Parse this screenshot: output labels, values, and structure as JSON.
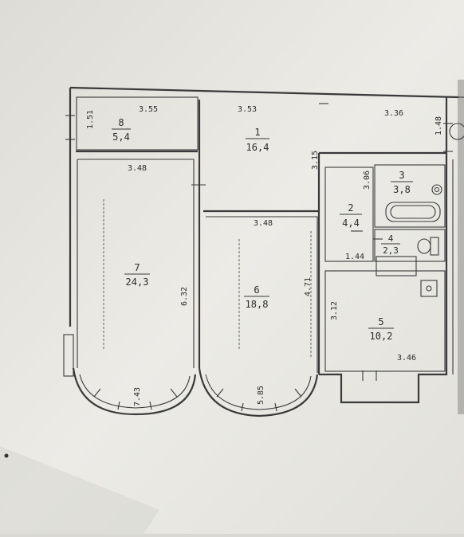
{
  "rooms": [
    {
      "id": "8",
      "number": "8",
      "area": "5,4"
    },
    {
      "id": "1",
      "number": "1",
      "area": "16,4"
    },
    {
      "id": "3",
      "number": "3",
      "area": "3,8"
    },
    {
      "id": "2",
      "number": "2",
      "area": "4,4"
    },
    {
      "id": "4",
      "number": "4",
      "area": "2,3"
    },
    {
      "id": "7",
      "number": "7",
      "area": "24,3"
    },
    {
      "id": "6",
      "number": "6",
      "area": "18,8"
    },
    {
      "id": "5",
      "number": "5",
      "area": "10,2"
    }
  ],
  "dimensions": {
    "d151": "1.51",
    "d355": "3.55",
    "d353": "3.53",
    "d336": "3.36",
    "d148": "1.48",
    "d348a": "3.48",
    "d315": "3.15",
    "d306": "3.06",
    "d348b": "3.48",
    "d144": "1.44",
    "d632": "6.32",
    "d471": "4.71",
    "d312": "3.12",
    "d346": "3.46",
    "d743": "7.43",
    "d585": "5.85"
  },
  "colors": {
    "paper": "#ecebe6",
    "ink": "#3a3a3a",
    "shadow": "#b9b8b2"
  }
}
